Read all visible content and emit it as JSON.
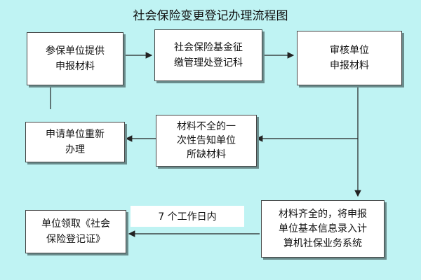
{
  "diagram": {
    "title": "社会保险变更登记办理流程图",
    "nodes": {
      "apply": {
        "lines": [
          "参保单位提供",
          "申报材料"
        ]
      },
      "register": {
        "lines": [
          "社会保险基金征",
          "缴管理处登记科"
        ]
      },
      "review": {
        "lines": [
          "审核单位",
          "申报材料"
        ]
      },
      "notify": {
        "lines": [
          "材料不全的一",
          "次性告知单位",
          "所缺材料"
        ]
      },
      "reapply": {
        "lines": [
          "申请单位重新",
          "办理"
        ]
      },
      "complete": {
        "lines": [
          "材料齐全的，将申报",
          "单位基本信息录入计",
          "算机社保业务系统"
        ]
      },
      "collect": {
        "lines": [
          "单位领取《社会",
          "保险登记证》"
        ]
      }
    },
    "time_note": "7 个工作日内"
  }
}
